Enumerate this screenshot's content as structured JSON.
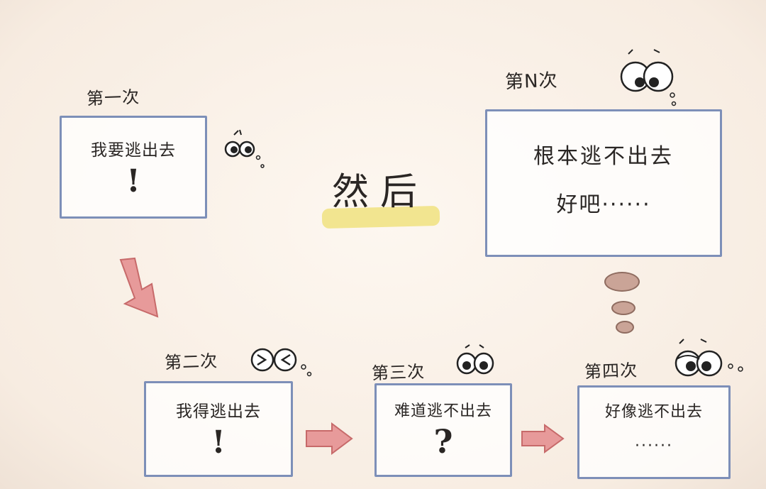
{
  "center_text": "然后",
  "panels": {
    "first": {
      "label": "第一次",
      "line1": "我要逃出去",
      "mark": "!"
    },
    "second": {
      "label": "第二次",
      "line1": "我得逃出去",
      "mark": "!"
    },
    "third": {
      "label": "第三次",
      "line1": "难道逃不出去",
      "mark": "?"
    },
    "fourth": {
      "label": "第四次",
      "line1": "好像逃不出去",
      "line2": "······"
    },
    "nth": {
      "label": "第N次",
      "line1": "根本逃不出去",
      "line2": "好吧······"
    }
  },
  "colors": {
    "box_border": "#7d8fb8",
    "arrow_fill": "#e79a9a",
    "highlight": "#f1e48a",
    "bubble": "#caa497"
  }
}
